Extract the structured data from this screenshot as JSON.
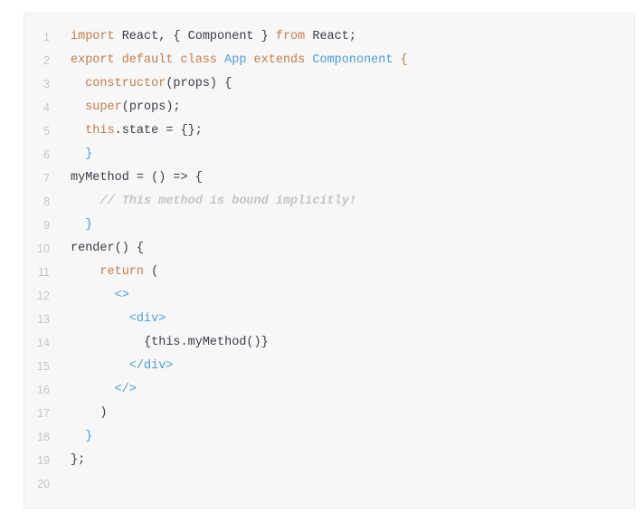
{
  "colors": {
    "keyword": "#c17e4c",
    "type": "#4b9fd6",
    "comment": "#c4c4c4",
    "plain": "#3b3a48",
    "line_number": "#c6c6c6",
    "background": "#f7f7f7"
  },
  "lines": [
    {
      "number": "1",
      "tokens": [
        [
          "import",
          "kw"
        ],
        [
          " React, { Component } ",
          "plain"
        ],
        [
          "from",
          "kw"
        ],
        [
          " React;",
          "plain"
        ]
      ]
    },
    {
      "number": "2",
      "tokens": [
        [
          "export default class ",
          "kw"
        ],
        [
          "App",
          "blue"
        ],
        [
          " extends ",
          "kw"
        ],
        [
          "Compononent",
          "blue"
        ],
        [
          " {",
          "kw"
        ]
      ]
    },
    {
      "number": "3",
      "tokens": [
        [
          "  ",
          "plain"
        ],
        [
          "constructor",
          "kw"
        ],
        [
          "(props) {",
          "plain"
        ]
      ]
    },
    {
      "number": "4",
      "tokens": [
        [
          "  ",
          "plain"
        ],
        [
          "super",
          "kw"
        ],
        [
          "(props);",
          "plain"
        ]
      ]
    },
    {
      "number": "5",
      "tokens": [
        [
          "  ",
          "plain"
        ],
        [
          "this",
          "kw"
        ],
        [
          ".state = {};",
          "plain"
        ]
      ]
    },
    {
      "number": "6",
      "tokens": [
        [
          "  }",
          "blue"
        ]
      ]
    },
    {
      "number": "7",
      "tokens": [
        [
          "myMethod = () => {",
          "plain"
        ]
      ]
    },
    {
      "number": "8",
      "tokens": [
        [
          "    ",
          "plain"
        ],
        [
          "// This method is bound implicitly!",
          "cm"
        ]
      ]
    },
    {
      "number": "9",
      "tokens": [
        [
          "  }",
          "blue"
        ]
      ]
    },
    {
      "number": "10",
      "tokens": [
        [
          "render() {",
          "plain"
        ]
      ]
    },
    {
      "number": "11",
      "tokens": [
        [
          "    ",
          "plain"
        ],
        [
          "return",
          "kw"
        ],
        [
          " (",
          "plain"
        ]
      ]
    },
    {
      "number": "12",
      "tokens": [
        [
          "      <>",
          "blue"
        ]
      ]
    },
    {
      "number": "13",
      "tokens": [
        [
          "        <div>",
          "blue"
        ]
      ]
    },
    {
      "number": "14",
      "tokens": [
        [
          "          {this.myMethod()}",
          "plain"
        ]
      ]
    },
    {
      "number": "15",
      "tokens": [
        [
          "        </div>",
          "blue"
        ]
      ]
    },
    {
      "number": "16",
      "tokens": [
        [
          "      </>",
          "blue"
        ]
      ]
    },
    {
      "number": "17",
      "tokens": [
        [
          "    )",
          "plain"
        ]
      ]
    },
    {
      "number": "18",
      "tokens": [
        [
          "  }",
          "blue"
        ]
      ]
    },
    {
      "number": "19",
      "tokens": [
        [
          "};",
          "plain"
        ]
      ]
    },
    {
      "number": "20",
      "tokens": []
    }
  ]
}
